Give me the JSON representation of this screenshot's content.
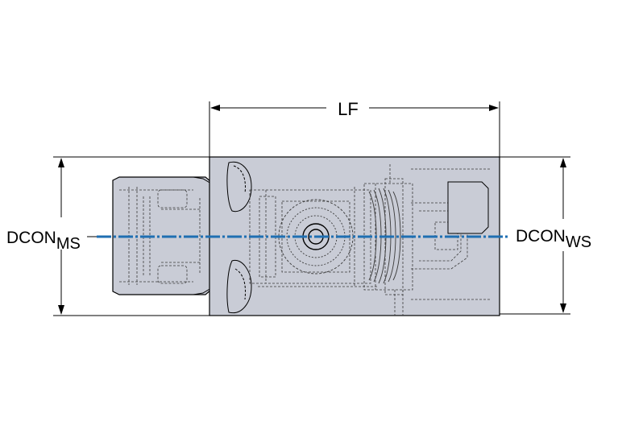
{
  "labels": {
    "lf": "LF",
    "dcon_ms_main": "DCON",
    "dcon_ms_sub": "MS",
    "dcon_ws_main": "DCON",
    "dcon_ws_sub": "WS"
  },
  "colors": {
    "body_fill": "#c9ccd6",
    "line": "#000000",
    "hidden_line": "#3a3a3a",
    "center_line": "#1f6fb2",
    "background": "#ffffff"
  }
}
